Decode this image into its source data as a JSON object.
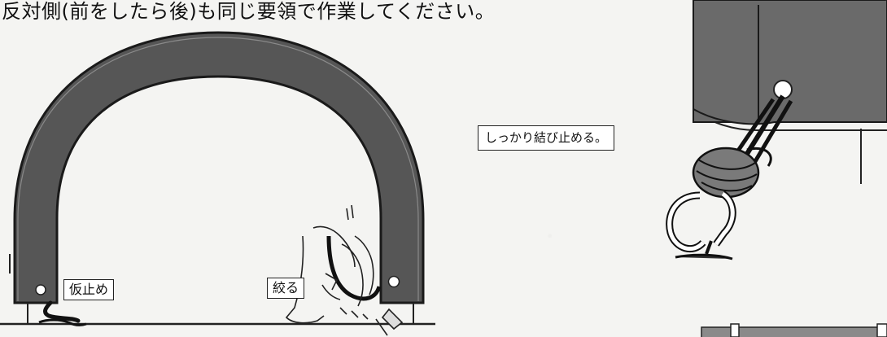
{
  "header": {
    "text": "反対側(前をしたら後)も同じ要領で作業してください。"
  },
  "labels": {
    "karidome": "仮止め",
    "shiboru": "絞る",
    "musubu": "しっかり結び止める。"
  },
  "colors": {
    "frame_fill": "#555555",
    "frame_stroke": "#1a1a1a",
    "paper": "#f4f4f2"
  },
  "icons": {
    "hand": "gripping-hand-icon",
    "knot": "tied-rope-knot-icon",
    "ground_loop": "ground-hook-loop-icon"
  }
}
